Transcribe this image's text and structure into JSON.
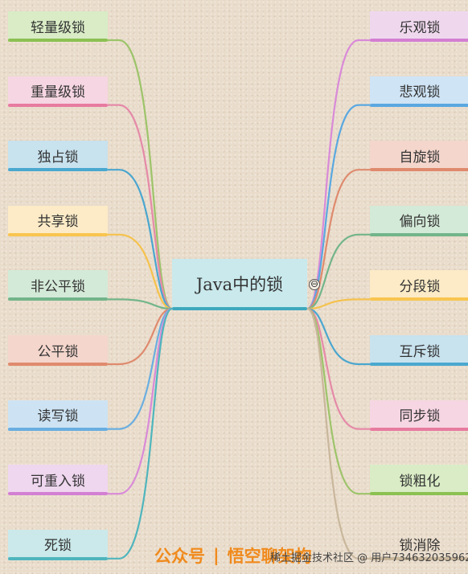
{
  "center": {
    "label": "Java中的锁",
    "collapse_symbol": "⊖"
  },
  "left_nodes": [
    {
      "label": "轻量级锁",
      "bg": "#d9ecc6",
      "bar": "#8cc152",
      "wire": "#9dc46a"
    },
    {
      "label": "重量级锁",
      "bg": "#f6d6e2",
      "bar": "#e87ba0",
      "wire": "#e58aa8"
    },
    {
      "label": "独占锁",
      "bg": "#c8e2ee",
      "bar": "#4aa8cf",
      "wire": "#4aa6cf"
    },
    {
      "label": "共享锁",
      "bg": "#fcebc6",
      "bar": "#f8c54f",
      "wire": "#f5c24d"
    },
    {
      "label": "非公平锁",
      "bg": "#d4ead8",
      "bar": "#72b58a",
      "wire": "#72b58a"
    },
    {
      "label": "公平锁",
      "bg": "#f4d6cc",
      "bar": "#df8a6e",
      "wire": "#df8a6e"
    },
    {
      "label": "读写锁",
      "bg": "#cde3f3",
      "bar": "#6aaee0",
      "wire": "#6aaee0"
    },
    {
      "label": "可重入锁",
      "bg": "#efd7ef",
      "bar": "#d37fd2",
      "wire": "#d98ad8"
    },
    {
      "label": "死锁",
      "bg": "#cbe9ea",
      "bar": "#4fb5bd",
      "wire": "#4fb5bd"
    }
  ],
  "right_nodes": [
    {
      "label": "乐观锁",
      "bg": "#efd8ee",
      "bar": "#d37fd2",
      "wire": "#d98ad8"
    },
    {
      "label": "悲观锁",
      "bg": "#cfe4f5",
      "bar": "#5aa8e0",
      "wire": "#5aa8e0"
    },
    {
      "label": "自旋锁",
      "bg": "#f4d6cc",
      "bar": "#df8a6e",
      "wire": "#df8a6e"
    },
    {
      "label": "偏向锁",
      "bg": "#d4ead8",
      "bar": "#72b58a",
      "wire": "#72b58a"
    },
    {
      "label": "分段锁",
      "bg": "#fcebc6",
      "bar": "#f8c54f",
      "wire": "#f5c24d"
    },
    {
      "label": "互斥锁",
      "bg": "#c8e2ee",
      "bar": "#4aa8cf",
      "wire": "#4aa6cf"
    },
    {
      "label": "同步锁",
      "bg": "#f6d6e2",
      "bar": "#e87ba0",
      "wire": "#e58aa8"
    },
    {
      "label": "锁粗化",
      "bg": "#d9ecc6",
      "bar": "#8cc152",
      "wire": "#9dc46a"
    },
    {
      "label": "锁消除",
      "bg": "transparent",
      "bar": "#c9b79c",
      "wire": "#c9b79c"
    }
  ],
  "watermark": {
    "part1": "公众号",
    "sep": "|",
    "part2": "悟空聊架构"
  },
  "credit": "稀土掘金技术社区 @ 用户734632035962"
}
